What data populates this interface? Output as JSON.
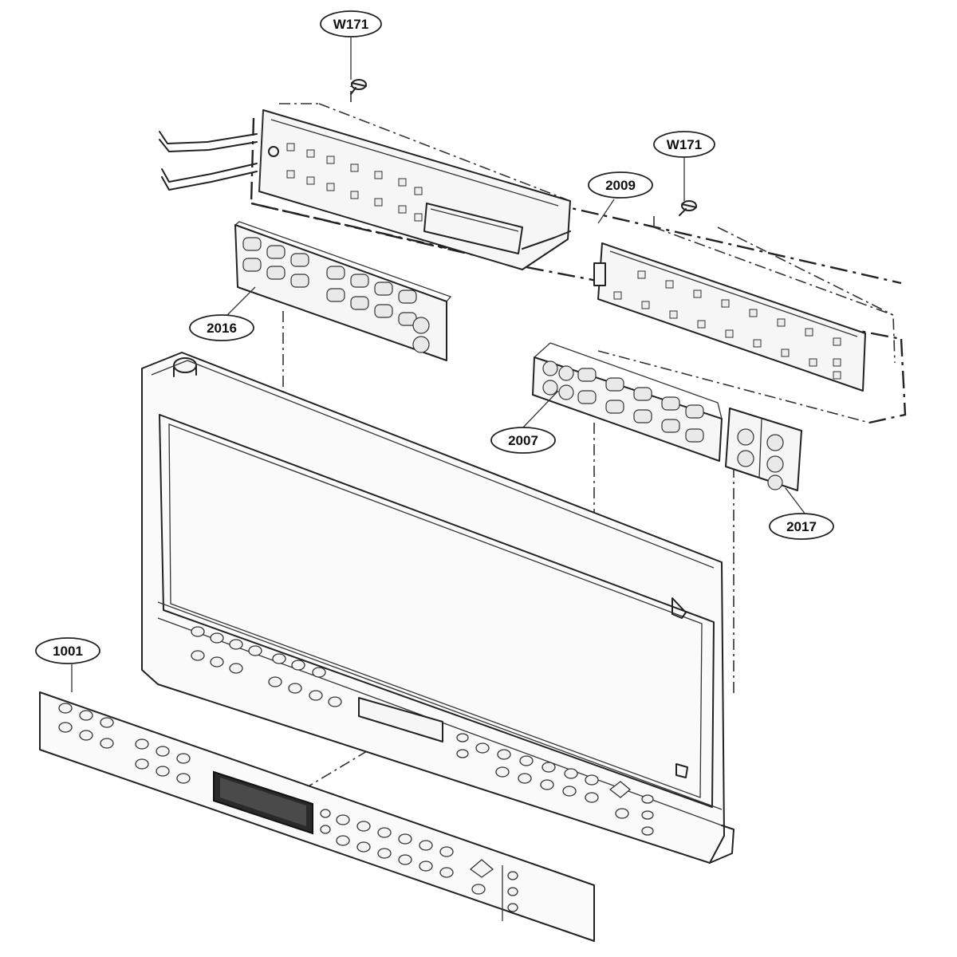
{
  "callouts": {
    "w171_top": "W171",
    "w171_right": "W171",
    "p2009": "2009",
    "p2016": "2016",
    "p2007": "2007",
    "p2017": "2017",
    "p1001": "1001"
  }
}
